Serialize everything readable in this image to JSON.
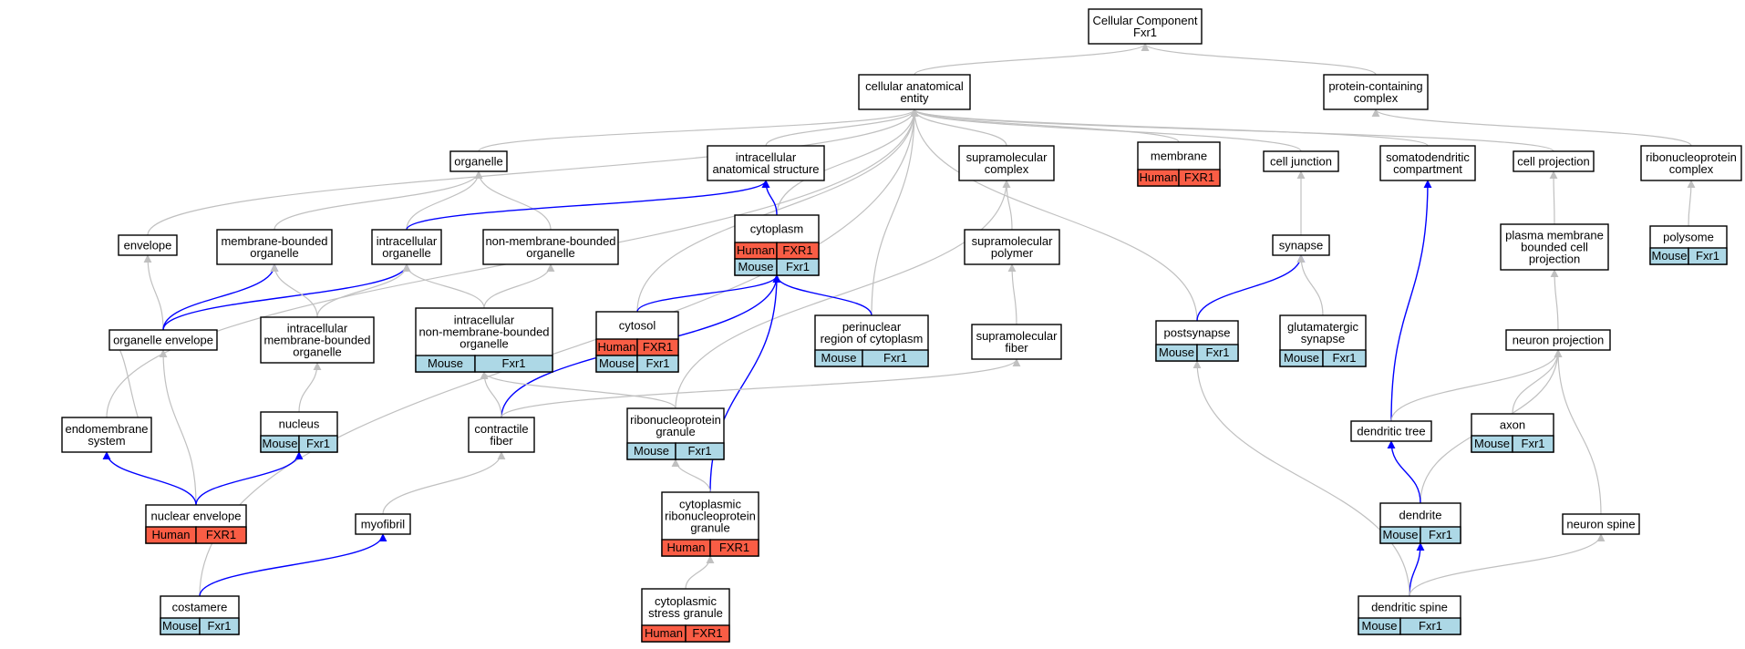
{
  "colors": {
    "human": "#fa5d45",
    "mouse": "#add8e6",
    "edge_default": "#c0c0c0",
    "edge_highlight": "#0000ff"
  },
  "nodes": [
    {
      "id": "cc_root",
      "lines": [
        "Cellular Component",
        "Fxr1"
      ],
      "badges": []
    },
    {
      "id": "cellular_anatomical_entity",
      "lines": [
        "cellular anatomical",
        "entity"
      ],
      "badges": []
    },
    {
      "id": "protein_containing_complex",
      "lines": [
        "protein-containing",
        "complex"
      ],
      "badges": []
    },
    {
      "id": "organelle",
      "lines": [
        "organelle"
      ],
      "badges": []
    },
    {
      "id": "intracellular_anatomical_structure",
      "lines": [
        "intracellular",
        "anatomical structure"
      ],
      "badges": []
    },
    {
      "id": "supramolecular_complex",
      "lines": [
        "supramolecular",
        "complex"
      ],
      "badges": []
    },
    {
      "id": "membrane",
      "lines": [
        "membrane"
      ],
      "badges": [
        {
          "org": "human",
          "label": "Human",
          "gene": "FXR1"
        }
      ]
    },
    {
      "id": "cell_junction",
      "lines": [
        "cell junction"
      ],
      "badges": []
    },
    {
      "id": "somatodendritic_compartment",
      "lines": [
        "somatodendritic",
        "compartment"
      ],
      "badges": []
    },
    {
      "id": "cell_projection",
      "lines": [
        "cell projection"
      ],
      "badges": []
    },
    {
      "id": "ribonucleoprotein_complex",
      "lines": [
        "ribonucleoprotein",
        "complex"
      ],
      "badges": []
    },
    {
      "id": "envelope",
      "lines": [
        "envelope"
      ],
      "badges": []
    },
    {
      "id": "membrane_bounded_organelle",
      "lines": [
        "membrane-bounded",
        "organelle"
      ],
      "badges": []
    },
    {
      "id": "intracellular_organelle",
      "lines": [
        "intracellular",
        "organelle"
      ],
      "badges": []
    },
    {
      "id": "non_membrane_bounded_organelle",
      "lines": [
        "non-membrane-bounded",
        "organelle"
      ],
      "badges": []
    },
    {
      "id": "cytoplasm",
      "lines": [
        "cytoplasm"
      ],
      "badges": [
        {
          "org": "human",
          "label": "Human",
          "gene": "FXR1"
        },
        {
          "org": "mouse",
          "label": "Mouse",
          "gene": "Fxr1"
        }
      ]
    },
    {
      "id": "supramolecular_polymer",
      "lines": [
        "supramolecular",
        "polymer"
      ],
      "badges": []
    },
    {
      "id": "synapse",
      "lines": [
        "synapse"
      ],
      "badges": []
    },
    {
      "id": "plasma_membrane_bounded_cell_projection",
      "lines": [
        "plasma membrane",
        "bounded cell",
        "projection"
      ],
      "badges": []
    },
    {
      "id": "polysome",
      "lines": [
        "polysome"
      ],
      "badges": [
        {
          "org": "mouse",
          "label": "Mouse",
          "gene": "Fxr1"
        }
      ]
    },
    {
      "id": "organelle_envelope",
      "lines": [
        "organelle envelope"
      ],
      "badges": []
    },
    {
      "id": "intracellular_membrane_bounded_organelle",
      "lines": [
        "intracellular",
        "membrane-bounded",
        "organelle"
      ],
      "badges": []
    },
    {
      "id": "intracellular_non_membrane_bounded_organelle",
      "lines": [
        "intracellular",
        "non-membrane-bounded",
        "organelle"
      ],
      "badges": [
        {
          "org": "mouse",
          "label": "Mouse",
          "gene": "Fxr1"
        }
      ]
    },
    {
      "id": "cytosol",
      "lines": [
        "cytosol"
      ],
      "badges": [
        {
          "org": "human",
          "label": "Human",
          "gene": "FXR1"
        },
        {
          "org": "mouse",
          "label": "Mouse",
          "gene": "Fxr1"
        }
      ]
    },
    {
      "id": "perinuclear_region_of_cytoplasm",
      "lines": [
        "perinuclear",
        "region of cytoplasm"
      ],
      "badges": [
        {
          "org": "mouse",
          "label": "Mouse",
          "gene": "Fxr1"
        }
      ]
    },
    {
      "id": "supramolecular_fiber",
      "lines": [
        "supramolecular",
        "fiber"
      ],
      "badges": []
    },
    {
      "id": "postsynapse",
      "lines": [
        "postsynapse"
      ],
      "badges": [
        {
          "org": "mouse",
          "label": "Mouse",
          "gene": "Fxr1"
        }
      ]
    },
    {
      "id": "glutamatergic_synapse",
      "lines": [
        "glutamatergic",
        "synapse"
      ],
      "badges": [
        {
          "org": "mouse",
          "label": "Mouse",
          "gene": "Fxr1"
        }
      ]
    },
    {
      "id": "neuron_projection",
      "lines": [
        "neuron projection"
      ],
      "badges": []
    },
    {
      "id": "endomembrane_system",
      "lines": [
        "endomembrane",
        "system"
      ],
      "badges": []
    },
    {
      "id": "nucleus",
      "lines": [
        "nucleus"
      ],
      "badges": [
        {
          "org": "mouse",
          "label": "Mouse",
          "gene": "Fxr1"
        }
      ]
    },
    {
      "id": "contractile_fiber",
      "lines": [
        "contractile",
        "fiber"
      ],
      "badges": []
    },
    {
      "id": "ribonucleoprotein_granule",
      "lines": [
        "ribonucleoprotein",
        "granule"
      ],
      "badges": [
        {
          "org": "mouse",
          "label": "Mouse",
          "gene": "Fxr1"
        }
      ]
    },
    {
      "id": "dendritic_tree",
      "lines": [
        "dendritic tree"
      ],
      "badges": []
    },
    {
      "id": "axon",
      "lines": [
        "axon"
      ],
      "badges": [
        {
          "org": "mouse",
          "label": "Mouse",
          "gene": "Fxr1"
        }
      ]
    },
    {
      "id": "nuclear_envelope",
      "lines": [
        "nuclear envelope"
      ],
      "badges": [
        {
          "org": "human",
          "label": "Human",
          "gene": "FXR1"
        }
      ]
    },
    {
      "id": "cytoplasmic_ribonucleoprotein_granule",
      "lines": [
        "cytoplasmic",
        "ribonucleoprotein",
        "granule"
      ],
      "badges": [
        {
          "org": "human",
          "label": "Human",
          "gene": "FXR1"
        }
      ]
    },
    {
      "id": "myofibril",
      "lines": [
        "myofibril"
      ],
      "badges": []
    },
    {
      "id": "dendrite",
      "lines": [
        "dendrite"
      ],
      "badges": [
        {
          "org": "mouse",
          "label": "Mouse",
          "gene": "Fxr1"
        }
      ]
    },
    {
      "id": "neuron_spine",
      "lines": [
        "neuron spine"
      ],
      "badges": []
    },
    {
      "id": "costamere",
      "lines": [
        "costamere"
      ],
      "badges": [
        {
          "org": "mouse",
          "label": "Mouse",
          "gene": "Fxr1"
        }
      ]
    },
    {
      "id": "cytoplasmic_stress_granule",
      "lines": [
        "cytoplasmic",
        "stress granule"
      ],
      "badges": [
        {
          "org": "human",
          "label": "Human",
          "gene": "FXR1"
        }
      ]
    },
    {
      "id": "dendritic_spine",
      "lines": [
        "dendritic spine"
      ],
      "badges": [
        {
          "org": "mouse",
          "label": "Mouse",
          "gene": "Fxr1"
        }
      ]
    }
  ],
  "edges": [
    {
      "from": "cellular_anatomical_entity",
      "to": "cc_root",
      "highlight": false
    },
    {
      "from": "protein_containing_complex",
      "to": "cc_root",
      "highlight": false
    },
    {
      "from": "ribonucleoprotein_complex",
      "to": "protein_containing_complex",
      "highlight": false
    },
    {
      "from": "organelle",
      "to": "cellular_anatomical_entity",
      "highlight": false
    },
    {
      "from": "intracellular_anatomical_structure",
      "to": "cellular_anatomical_entity",
      "highlight": false
    },
    {
      "from": "supramolecular_complex",
      "to": "cellular_anatomical_entity",
      "highlight": false
    },
    {
      "from": "membrane",
      "to": "cellular_anatomical_entity",
      "highlight": false
    },
    {
      "from": "cell_junction",
      "to": "cellular_anatomical_entity",
      "highlight": false
    },
    {
      "from": "somatodendritic_compartment",
      "to": "cellular_anatomical_entity",
      "highlight": false
    },
    {
      "from": "cell_projection",
      "to": "cellular_anatomical_entity",
      "highlight": false
    },
    {
      "from": "envelope",
      "to": "cellular_anatomical_entity",
      "highlight": false
    },
    {
      "from": "cytoplasm",
      "to": "cellular_anatomical_entity",
      "highlight": false
    },
    {
      "from": "cytosol",
      "to": "cellular_anatomical_entity",
      "highlight": false
    },
    {
      "from": "perinuclear_region_of_cytoplasm",
      "to": "cellular_anatomical_entity",
      "highlight": false
    },
    {
      "from": "postsynapse",
      "to": "cellular_anatomical_entity",
      "highlight": false
    },
    {
      "from": "endomembrane_system",
      "to": "cellular_anatomical_entity",
      "highlight": false
    },
    {
      "from": "costamere",
      "to": "cellular_anatomical_entity",
      "highlight": false
    },
    {
      "from": "membrane_bounded_organelle",
      "to": "organelle",
      "highlight": false
    },
    {
      "from": "intracellular_organelle",
      "to": "organelle",
      "highlight": false
    },
    {
      "from": "non_membrane_bounded_organelle",
      "to": "organelle",
      "highlight": false
    },
    {
      "from": "intracellular_organelle",
      "to": "intracellular_anatomical_structure",
      "highlight": true
    },
    {
      "from": "cytoplasm",
      "to": "intracellular_anatomical_structure",
      "highlight": true
    },
    {
      "from": "supramolecular_polymer",
      "to": "supramolecular_complex",
      "highlight": false
    },
    {
      "from": "ribonucleoprotein_granule",
      "to": "supramolecular_complex",
      "highlight": false
    },
    {
      "from": "synapse",
      "to": "cell_junction",
      "highlight": false
    },
    {
      "from": "dendritic_tree",
      "to": "somatodendritic_compartment",
      "highlight": true
    },
    {
      "from": "plasma_membrane_bounded_cell_projection",
      "to": "cell_projection",
      "highlight": false
    },
    {
      "from": "polysome",
      "to": "ribonucleoprotein_complex",
      "highlight": false
    },
    {
      "from": "organelle_envelope",
      "to": "envelope",
      "highlight": false
    },
    {
      "from": "organelle_envelope",
      "to": "membrane_bounded_organelle",
      "highlight": true
    },
    {
      "from": "organelle_envelope",
      "to": "intracellular_organelle",
      "highlight": true
    },
    {
      "from": "intracellular_membrane_bounded_organelle",
      "to": "membrane_bounded_organelle",
      "highlight": false
    },
    {
      "from": "intracellular_membrane_bounded_organelle",
      "to": "intracellular_organelle",
      "highlight": false
    },
    {
      "from": "intracellular_non_membrane_bounded_organelle",
      "to": "intracellular_organelle",
      "highlight": false
    },
    {
      "from": "intracellular_non_membrane_bounded_organelle",
      "to": "non_membrane_bounded_organelle",
      "highlight": false
    },
    {
      "from": "cytosol",
      "to": "cytoplasm",
      "highlight": true
    },
    {
      "from": "perinuclear_region_of_cytoplasm",
      "to": "cytoplasm",
      "highlight": true
    },
    {
      "from": "contractile_fiber",
      "to": "cytoplasm",
      "highlight": true
    },
    {
      "from": "cytoplasmic_ribonucleoprotein_granule",
      "to": "cytoplasm",
      "highlight": true
    },
    {
      "from": "supramolecular_fiber",
      "to": "supramolecular_polymer",
      "highlight": false
    },
    {
      "from": "contractile_fiber",
      "to": "supramolecular_fiber",
      "highlight": false
    },
    {
      "from": "postsynapse",
      "to": "synapse",
      "highlight": true
    },
    {
      "from": "glutamatergic_synapse",
      "to": "synapse",
      "highlight": false
    },
    {
      "from": "neuron_projection",
      "to": "plasma_membrane_bounded_cell_projection",
      "highlight": false
    },
    {
      "from": "organelle_envelope",
      "to": "endomembrane_system",
      "highlight": false
    },
    {
      "from": "nucleus",
      "to": "intracellular_membrane_bounded_organelle",
      "highlight": false
    },
    {
      "from": "contractile_fiber",
      "to": "intracellular_non_membrane_bounded_organelle",
      "highlight": false
    },
    {
      "from": "ribonucleoprotein_granule",
      "to": "intracellular_non_membrane_bounded_organelle",
      "highlight": false
    },
    {
      "from": "dendritic_tree",
      "to": "neuron_projection",
      "highlight": false
    },
    {
      "from": "axon",
      "to": "neuron_projection",
      "highlight": false
    },
    {
      "from": "dendrite",
      "to": "neuron_projection",
      "highlight": false
    },
    {
      "from": "neuron_spine",
      "to": "neuron_projection",
      "highlight": false
    },
    {
      "from": "nuclear_envelope",
      "to": "organelle_envelope",
      "highlight": false
    },
    {
      "from": "nuclear_envelope",
      "to": "endomembrane_system",
      "highlight": true
    },
    {
      "from": "nuclear_envelope",
      "to": "nucleus",
      "highlight": true
    },
    {
      "from": "cytoplasmic_ribonucleoprotein_granule",
      "to": "ribonucleoprotein_granule",
      "highlight": false
    },
    {
      "from": "myofibril",
      "to": "contractile_fiber",
      "highlight": false
    },
    {
      "from": "costamere",
      "to": "myofibril",
      "highlight": true
    },
    {
      "from": "dendrite",
      "to": "dendritic_tree",
      "highlight": true
    },
    {
      "from": "dendritic_spine",
      "to": "dendrite",
      "highlight": true
    },
    {
      "from": "dendritic_spine",
      "to": "neuron_spine",
      "highlight": false
    },
    {
      "from": "dendritic_spine",
      "to": "postsynapse",
      "highlight": false
    },
    {
      "from": "cytoplasmic_stress_granule",
      "to": "cytoplasmic_ribonucleoprotein_granule",
      "highlight": false
    }
  ]
}
